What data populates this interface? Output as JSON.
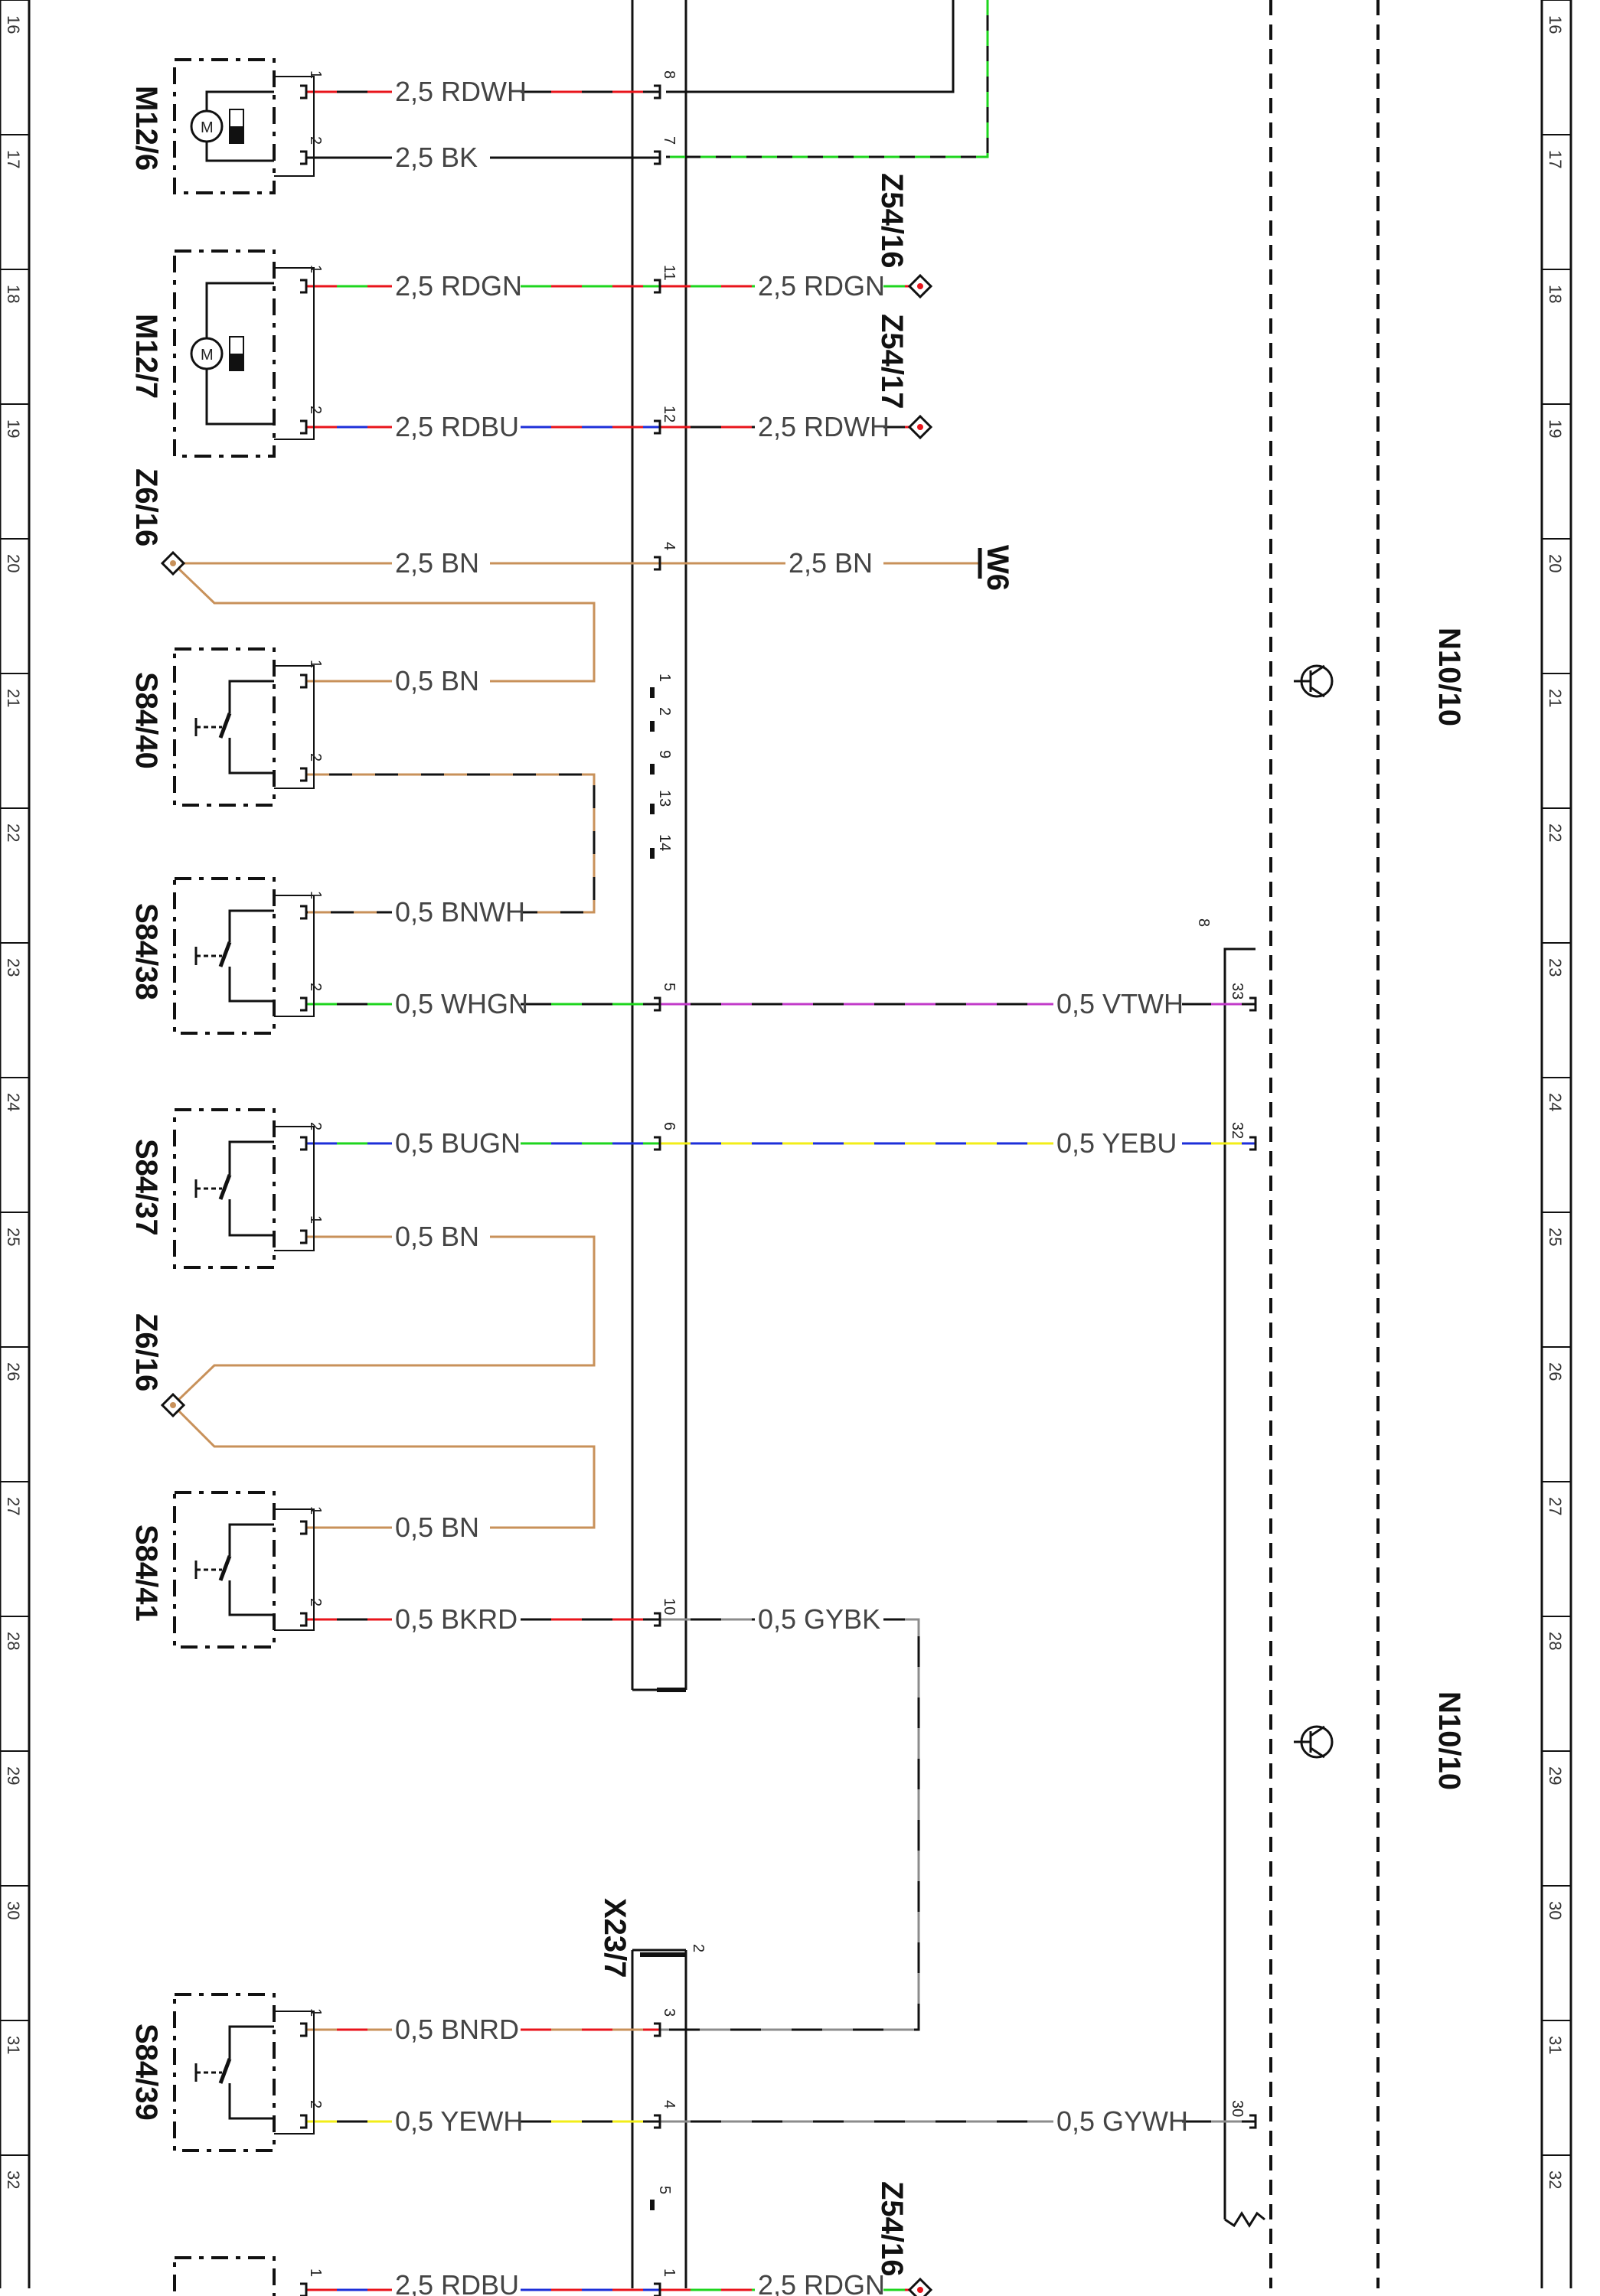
{
  "grid_rows": [
    "16",
    "17",
    "18",
    "19",
    "20",
    "21",
    "22",
    "23",
    "24",
    "25",
    "26",
    "27",
    "28",
    "29",
    "30",
    "31",
    "32"
  ],
  "components": {
    "m12_6": "M12/6",
    "m12_7": "M12/7",
    "s84_40": "S84/40",
    "s84_38": "S84/38",
    "s84_37": "S84/37",
    "s84_41": "S84/41",
    "s84_39": "S84/39",
    "z6_16_a": "Z6/16",
    "z6_16_b": "Z6/16",
    "z54_16_a": "Z54/16",
    "z54_17": "Z54/17",
    "z54_16_b": "Z54/16",
    "w6": "W6",
    "x23_7": "X23/7",
    "n10_10_a": "N10/10",
    "n10_10_b": "N10/10"
  },
  "connector_labels": {
    "x23_7_header": "2",
    "n10_bus_header": "8"
  },
  "wires": {
    "w_m126_1": "2,5 RDWH",
    "w_m126_2": "2,5 BK",
    "w_m127_1": "2,5 RDGN",
    "w_z5416": "2,5 RDGN",
    "w_m127_2": "2,5 RDBU",
    "w_z5417": "2,5 RDWH",
    "w_z616_top": "2,5 BN",
    "w_w6": "2,5 BN",
    "w_s8440_1": "0,5 BN",
    "w_s8438_1": "0,5 BNWH",
    "w_s8438_2": "0,5 WHGN",
    "w_vtwh": "0,5 VTWH",
    "w_s8437_2": "0,5 BUGN",
    "w_yebu": "0,5 YEBU",
    "w_s8437_1": "0,5 BN",
    "w_s8441_1": "0,5 BN",
    "w_s8441_2": "0,5 BKRD",
    "w_gybk": "0,5 GYBK",
    "w_s8439_1": "0,5 BNRD",
    "w_s8439_2": "0,5 YEWH",
    "w_gywh": "0,5 GYWH",
    "w_bottom_left": "2,5 RDBU",
    "w_bottom_right": "2,5 RDGN"
  },
  "pins": {
    "p8": "8",
    "p7": "7",
    "p11": "11",
    "p12": "12",
    "p4": "4",
    "p1": "1",
    "p2": "2",
    "p9": "9",
    "p13": "13",
    "p14": "14",
    "p5": "5",
    "p6": "6",
    "p10": "10",
    "x_p3": "3",
    "x_p4": "4",
    "x_p5": "5",
    "x_p1": "1",
    "n_p33": "33",
    "n_p32": "32",
    "n_p30": "30",
    "c1": "1",
    "c2": "2"
  },
  "colors": {
    "red": "#e8141b",
    "green": "#1ed51e",
    "blue": "#1d2fd8",
    "brown": "#c8915a",
    "yellow": "#f2ee18",
    "violet": "#c23bc9",
    "gray": "#8c8c8c",
    "black": "#111111"
  }
}
